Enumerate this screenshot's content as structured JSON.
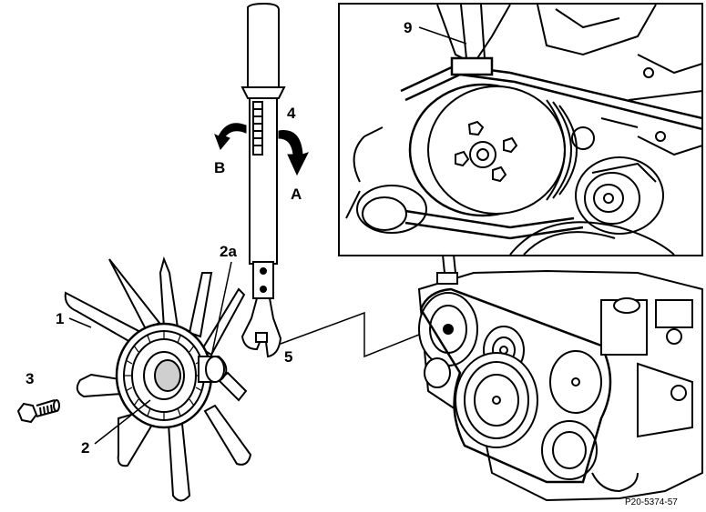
{
  "callouts": {
    "fan": "1",
    "fan_clutch": "2",
    "fan_hub": "2a",
    "bolt": "3",
    "counterhold_tool": "4",
    "open_end_wrench": "5",
    "belt_marker": "9",
    "rotation_a": "A",
    "rotation_b": "B"
  },
  "figure_reference": "P20-5374-57",
  "colors": {
    "line": "#000000",
    "background": "#ffffff",
    "shade": "#cfcfcf"
  }
}
